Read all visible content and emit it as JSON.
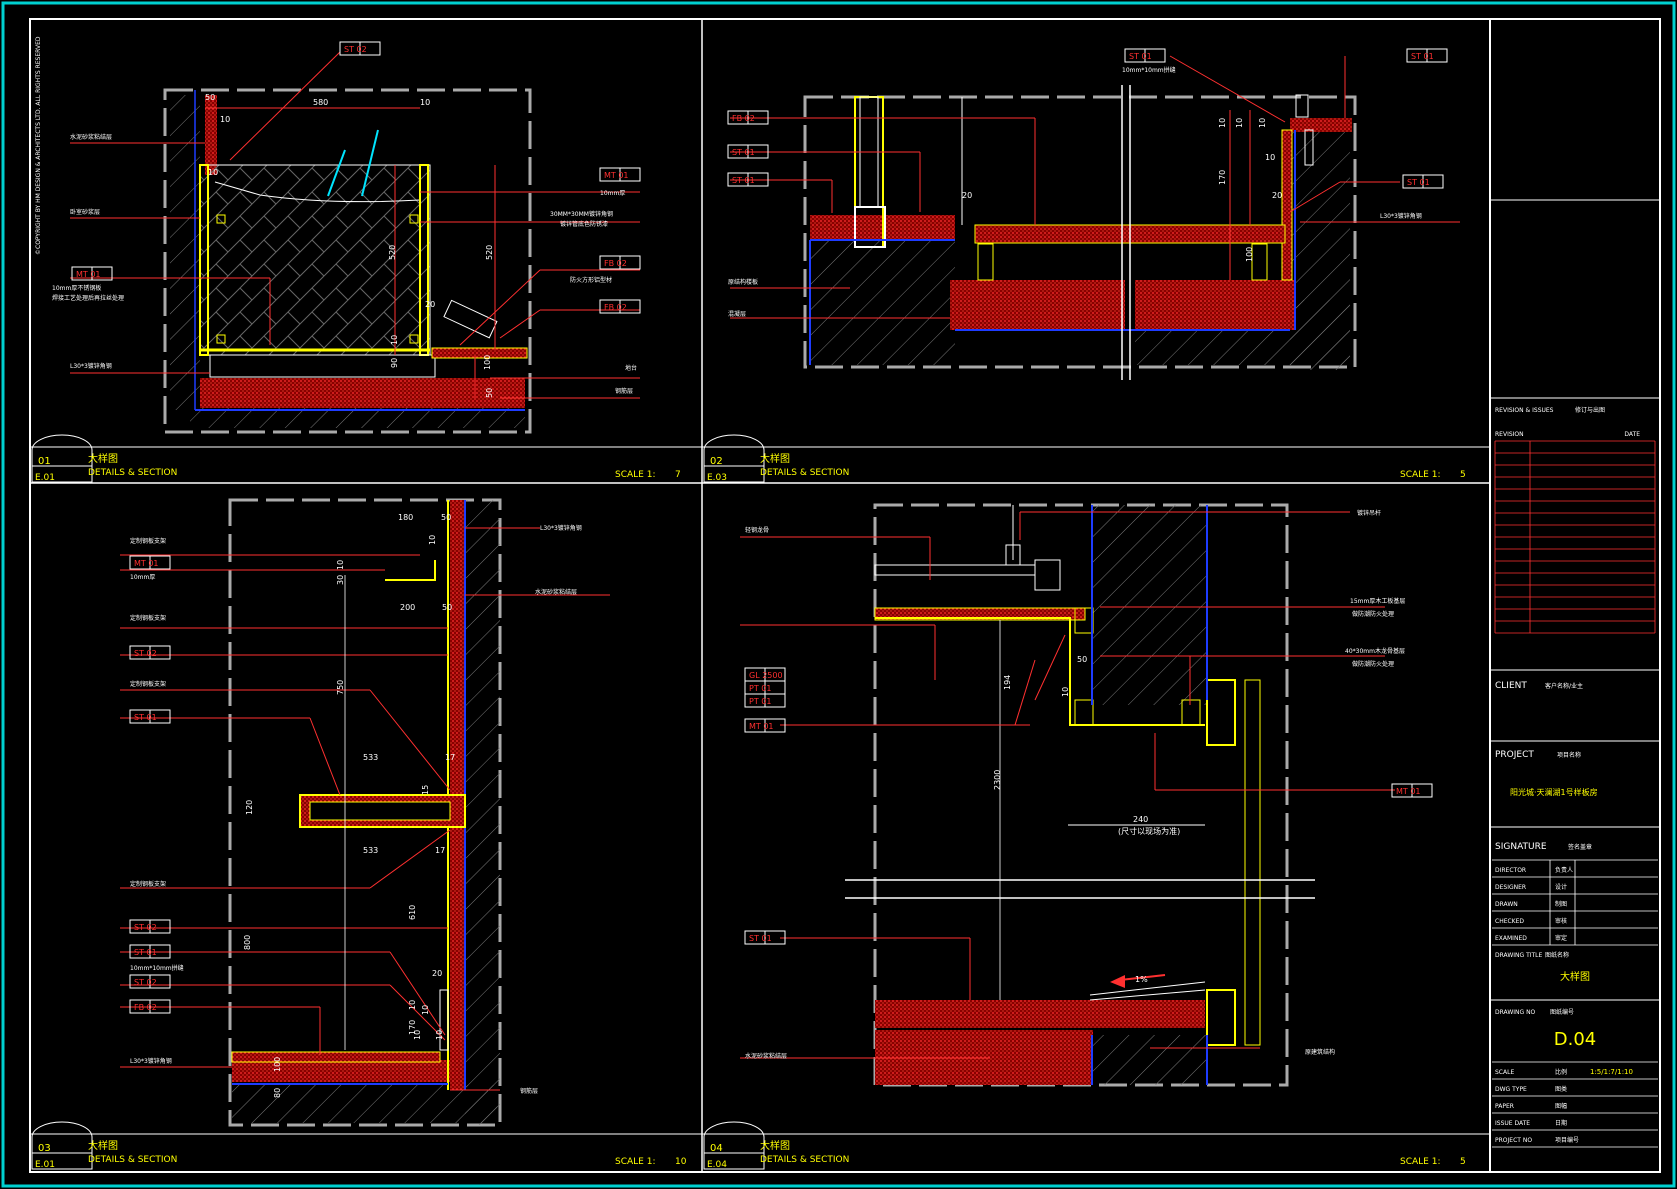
{
  "colors": {
    "background": "#000000",
    "frame": "#ffffff",
    "border": "#00d0d0",
    "red": "#ff1a1a",
    "yellow": "#ffff00",
    "blue": "#1e3cff",
    "cyan": "#00e5ff",
    "gray": "#9a9a9a",
    "white": "#ffffff"
  },
  "copyright": "©COPYRIGHT BY HM DESIGN & ARCHITECTS LTD. ALL RIGHTS RESERVED",
  "panels": [
    {
      "num": "01",
      "ref": "E.01",
      "title_cn": "大样图",
      "title_en": "DETAILS & SECTION",
      "scale_label": "SCALE 1:",
      "scale_value": "7"
    },
    {
      "num": "02",
      "ref": "E.03",
      "title_cn": "大样图",
      "title_en": "DETAILS & SECTION",
      "scale_label": "SCALE 1:",
      "scale_value": "5"
    },
    {
      "num": "03",
      "ref": "E.01",
      "title_cn": "大样图",
      "title_en": "DETAILS & SECTION",
      "scale_label": "SCALE 1:",
      "scale_value": "10"
    },
    {
      "num": "04",
      "ref": "E.04",
      "title_cn": "大样图",
      "title_en": "DETAILS & SECTION",
      "scale_label": "SCALE 1:",
      "scale_value": "5"
    }
  ],
  "d1": {
    "tags": [
      "ST 02",
      "MT 01",
      "MT 01",
      "FB 02",
      "FB 02"
    ],
    "notes": [
      "水泥砂浆粘结层",
      "卧室砂浆层",
      "10mm厚",
      "30MM*30MM镀锌角钢",
      "镀锌管底色防锈漆",
      "10mm厚不锈钢板",
      "焊接工艺处理后再拉丝处理",
      "防火方形铝型材",
      "L30*3镀锌角钢",
      "地台",
      "钢筋层"
    ],
    "dims": [
      "580",
      "10",
      "10",
      "10",
      "50",
      "520",
      "520",
      "20",
      "90",
      "10",
      "100",
      "50"
    ]
  },
  "d2": {
    "tags": [
      "ST 01",
      "ST 01",
      "FB 02",
      "ST 01",
      "ST 01",
      "ST 01"
    ],
    "notes": [
      "10mm*10mm拼缝",
      "L30*3镀锌角钢",
      "原结构楼板",
      "混凝层"
    ],
    "dims": [
      "10",
      "10",
      "10",
      "170",
      "10",
      "20",
      "20",
      "100"
    ]
  },
  "d3": {
    "tags": [
      "MT 01",
      "ST 02",
      "ST 01",
      "ST 02",
      "ST 01",
      "ST 02",
      "FB 02"
    ],
    "notes": [
      "定制钢板支架",
      "10mm厚",
      "定制钢板支架",
      "定制钢板支架",
      "定制钢板支架",
      "10mm*10mm拼缝",
      "L30*3镀锌角钢",
      "L30*3镀锌角钢",
      "水泥砂浆粘结层",
      "钢筋层"
    ],
    "dims": [
      "180",
      "50",
      "10",
      "30",
      "10",
      "200",
      "50",
      "750",
      "533",
      "17",
      "15",
      "120",
      "533",
      "17",
      "610",
      "800",
      "20",
      "10",
      "10",
      "10",
      "170",
      "10",
      "100",
      "80"
    ]
  },
  "d4": {
    "tags": [
      "GL 2500",
      "PT 01",
      "PT 01",
      "MT 01",
      "MT 01",
      "ST 01"
    ],
    "notes": [
      "轻钢龙骨",
      "镀锌吊杆",
      "15mm厚木工板基层",
      "做防潮防火处理",
      "40*30mm木龙骨基层",
      "做防潮防火处理",
      "水泥砂浆粘结层",
      "原建筑结构"
    ],
    "dims": [
      "194",
      "50",
      "10",
      "2300",
      "240",
      "(尺寸以现场为准)",
      "1%"
    ]
  },
  "titleblock": {
    "revision_issues": "REVISION & ISSUES",
    "revision_issues_cn": "修订与出图",
    "revision": "REVISION",
    "date": "DATE",
    "client": "CLIENT",
    "client_cn": "客户名称/业主",
    "project": "PROJECT",
    "project_cn": "项目名称",
    "project_name": "阳光城·天澜湖1号样板房",
    "signature": "SIGNATURE",
    "signature_cn": "签名盖章",
    "roles": [
      {
        "en": "DIRECTOR",
        "cn": "负责人"
      },
      {
        "en": "DESIGNER",
        "cn": "设计"
      },
      {
        "en": "DRAWN",
        "cn": "制图"
      },
      {
        "en": "CHECKED",
        "cn": "审核"
      },
      {
        "en": "EXAMINED",
        "cn": "审定"
      }
    ],
    "drawing_title": "DRAWING TITLE",
    "drawing_title_cn": "图纸名称",
    "drawing_title_value": "大样图",
    "drawing_no": "DRAWING NO",
    "drawing_no_cn": "图纸编号",
    "drawing_no_value": "D.04",
    "info": [
      {
        "en": "SCALE",
        "cn": "比例",
        "value": "1:5/1:7/1:10"
      },
      {
        "en": "DWG TYPE",
        "cn": "图类",
        "value": ""
      },
      {
        "en": "PAPER",
        "cn": "图幅",
        "value": ""
      },
      {
        "en": "ISSUE DATE",
        "cn": "日期",
        "value": ""
      },
      {
        "en": "PROJECT NO",
        "cn": "项目编号",
        "value": ""
      }
    ]
  }
}
